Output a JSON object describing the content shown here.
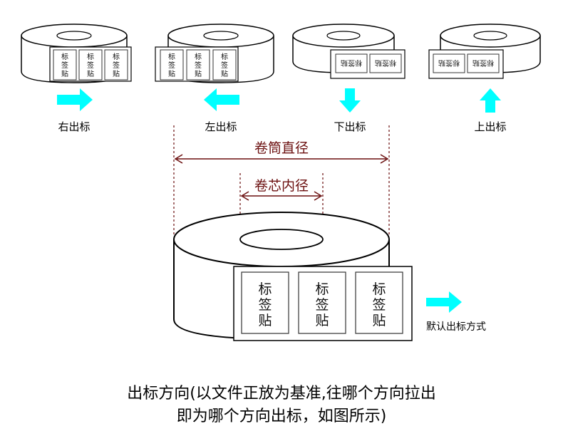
{
  "label_text": [
    "标",
    "签",
    "贴"
  ],
  "label_text_inline": "标签贴",
  "directions": [
    {
      "id": "right",
      "caption": "右出标"
    },
    {
      "id": "left",
      "caption": "左出标"
    },
    {
      "id": "down",
      "caption": "下出标"
    },
    {
      "id": "up",
      "caption": "上出标"
    }
  ],
  "dimensions": {
    "core_outer": "卷筒直径",
    "core_inner": "卷芯内径"
  },
  "default_direction": "默认出标方式",
  "note": {
    "line1": "出标方向(以文件正放为基准,往哪个方向拉出",
    "line2": "即为哪个方向出标，如图所示)"
  },
  "colors": {
    "arrow": "#00ffff",
    "dimension": "#6b0f0f",
    "stroke": "#000000"
  }
}
